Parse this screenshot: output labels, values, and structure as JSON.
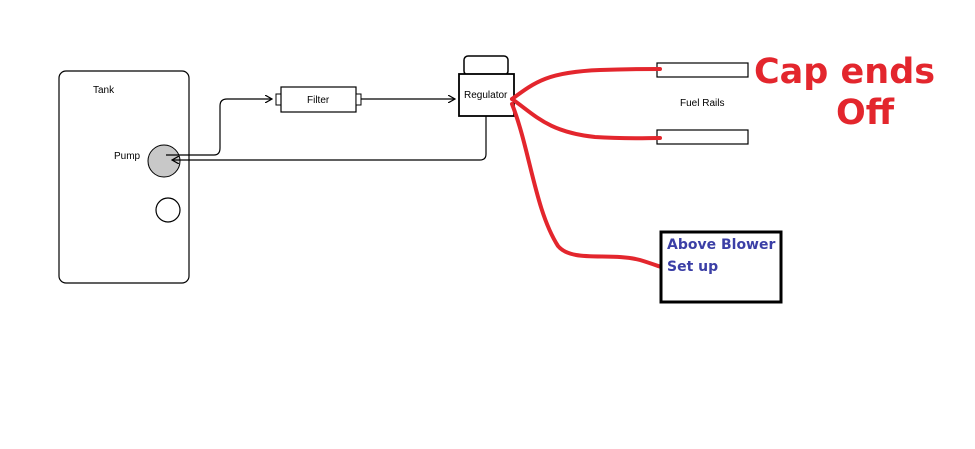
{
  "labels": {
    "tank": "Tank",
    "pump": "Pump",
    "filter": "Filter",
    "regulator": "Regulator",
    "fuel_rails": "Fuel Rails"
  },
  "annotation": {
    "cap_line1": "Cap ends",
    "cap_line2": "Off",
    "blower_line1": "Above Blower",
    "blower_line2": "Set up"
  },
  "colors": {
    "red_line": "#e3262d",
    "blue_text": "#3b3fa6",
    "pump_fill": "#c8c8c8"
  }
}
